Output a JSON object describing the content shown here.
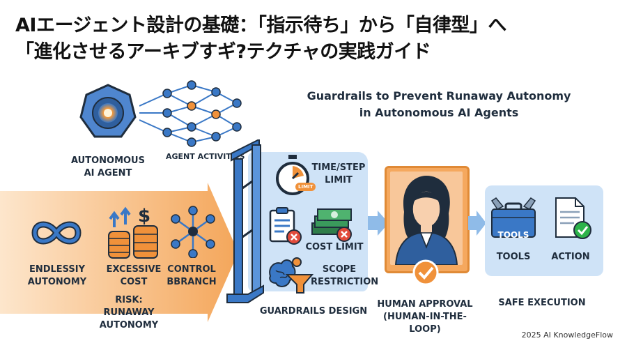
{
  "header": {
    "title_line1": "AIエージェント設計の基礎：「指示待ち」から「自律型」へ",
    "title_line2": "「進化させるアーキブすギ?テクチャの実践ガイド"
  },
  "subtitle": {
    "line1": "Guardrails to Prevent Runaway Autonomy",
    "line2": "in Autonomous AI Agents"
  },
  "agent": {
    "label_line1": "AUTONOMOUS",
    "label_line2": "AI AGENT",
    "activities_label": "AGENT ACTIVITIES"
  },
  "risk": {
    "items": [
      {
        "line1": "ENDLESSIY",
        "line2": "AUTONOMY",
        "icon": "infinity-loop-icon"
      },
      {
        "line1": "EXCESSIVE",
        "line2": "COST",
        "icon": "coin-stack-icon"
      },
      {
        "line1": "CONTROL",
        "line2": "BBRANCH",
        "icon": "branch-network-icon"
      }
    ],
    "label_line1": "RISK:",
    "label_line2": "RUNAWAY AUTONOMY"
  },
  "guardrails": {
    "time_line1": "TIME/STEP",
    "time_line2": "LIMIT",
    "limit_badge": "LIMIT",
    "cost": "COST LIMIT",
    "scope_line1": "SCOPE",
    "scope_line2": "RESTRICTION",
    "label": "GUARDRAILS DESIGN"
  },
  "approval": {
    "line1": "HUMAN APPROVAL",
    "line2": "(HUMAN-IN-THE-LOOP)"
  },
  "execution": {
    "toolbox_text": "TOOLS",
    "tools": "TOOLS",
    "action": "ACTION",
    "label": "SAFE EXECUTION"
  },
  "footer": {
    "copyright": "2025 AI KnowledgeFlow"
  },
  "colors": {
    "orange": "#f0913a",
    "blue": "#3a78c6",
    "light_blue": "#cfe3f7",
    "dark": "#1f2d3d",
    "red": "#e24b3b",
    "green": "#2db34a"
  }
}
